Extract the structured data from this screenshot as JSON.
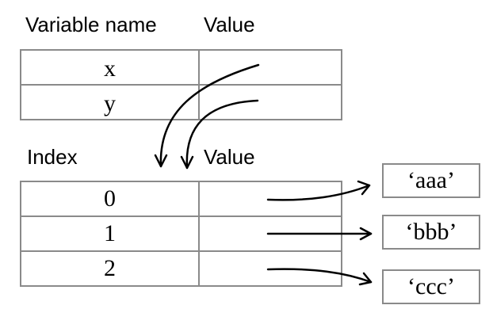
{
  "variable_table": {
    "header_name": "Variable name",
    "header_value": "Value",
    "rows": [
      "x",
      "y"
    ]
  },
  "index_table": {
    "header_index": "Index",
    "header_value": "Value",
    "rows": [
      "0",
      "1",
      "2"
    ]
  },
  "values": [
    "‘aaa’",
    "‘bbb’",
    "‘ccc’"
  ]
}
